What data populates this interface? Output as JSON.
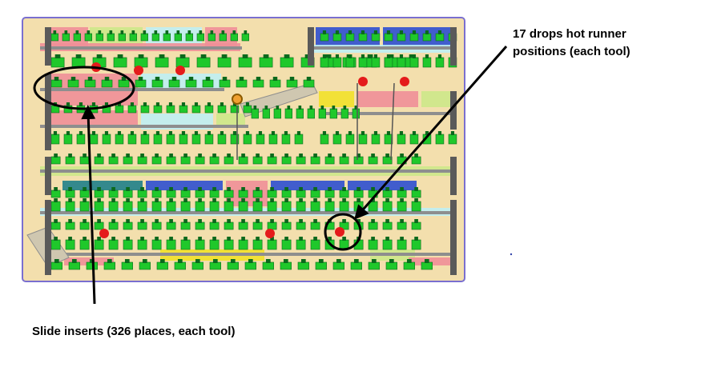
{
  "annotations": {
    "hot_runner_line1": "17 drops hot runner",
    "hot_runner_line2": "positions (each tool)",
    "slide_inserts": "Slide inserts (326 places, each tool)"
  },
  "colors": {
    "plate": "#f3dfad",
    "plate_border": "#7a6fd0",
    "slider": "#1fc82b",
    "slider_dark": "#0a6a1c",
    "rail": "#8e8e8e",
    "drop": "#e41b1b",
    "pink": "#ef8f98",
    "blue": "#2d4fd0",
    "yellow": "#f2e12a",
    "cyan": "#bff0f4",
    "lime": "#cde88a",
    "teal": "#1f7f8a"
  },
  "icons": {
    "hot_runner_drop": "red-dot-icon",
    "slide_insert": "green-slider-icon",
    "pointer": "arrow-icon",
    "highlight": "ellipse-icon"
  }
}
